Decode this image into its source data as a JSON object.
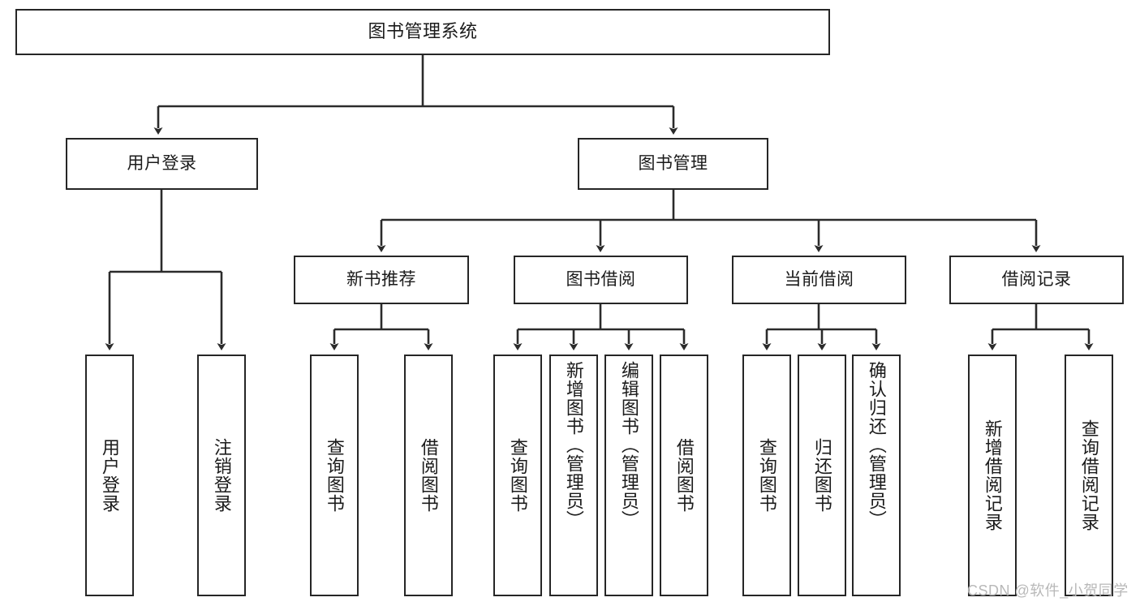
{
  "diagram": {
    "type": "tree-hierarchy-diagram",
    "title": "图书管理系统",
    "watermark": "CSDN @软件_小贺同学",
    "colors": {
      "stroke": "#262626",
      "fill": "#ffffff",
      "text": "#1b1b1b",
      "watermark": "#b8b8b8"
    },
    "levels": {
      "root": {
        "label": "图书管理系统"
      },
      "level2": [
        {
          "id": "user-login",
          "label": "用户登录"
        },
        {
          "id": "book-manage",
          "label": "图书管理"
        }
      ],
      "level3": [
        {
          "id": "new-book-recommend",
          "label": "新书推荐",
          "parent": "book-manage"
        },
        {
          "id": "book-borrow",
          "label": "图书借阅",
          "parent": "book-manage"
        },
        {
          "id": "current-borrow",
          "label": "当前借阅",
          "parent": "book-manage"
        },
        {
          "id": "borrow-record",
          "label": "借阅记录",
          "parent": "book-manage"
        }
      ],
      "leaves": [
        {
          "id": "leaf-user-login",
          "label": "用户登录",
          "parent": "user-login"
        },
        {
          "id": "leaf-logout-login",
          "label": "注销登录",
          "parent": "user-login"
        },
        {
          "id": "leaf-query-book-1",
          "label": "查询图书",
          "parent": "new-book-recommend"
        },
        {
          "id": "leaf-borrow-book-1",
          "label": "借阅图书",
          "parent": "new-book-recommend"
        },
        {
          "id": "leaf-query-book-2",
          "label": "查询图书",
          "parent": "book-borrow"
        },
        {
          "id": "leaf-add-book",
          "label": "新增图书（管理员）",
          "parent": "book-borrow"
        },
        {
          "id": "leaf-edit-book",
          "label": "编辑图书（管理员）",
          "parent": "book-borrow"
        },
        {
          "id": "leaf-borrow-book-2",
          "label": "借阅图书",
          "parent": "book-borrow"
        },
        {
          "id": "leaf-query-book-3",
          "label": "查询图书",
          "parent": "current-borrow"
        },
        {
          "id": "leaf-return-book",
          "label": "归还图书",
          "parent": "current-borrow"
        },
        {
          "id": "leaf-confirm-return",
          "label": "确认归还（管理员）",
          "parent": "current-borrow"
        },
        {
          "id": "leaf-add-record",
          "label": "新增借阅记录",
          "parent": "borrow-record"
        },
        {
          "id": "leaf-query-record",
          "label": "查询借阅记录",
          "parent": "borrow-record"
        }
      ]
    }
  }
}
